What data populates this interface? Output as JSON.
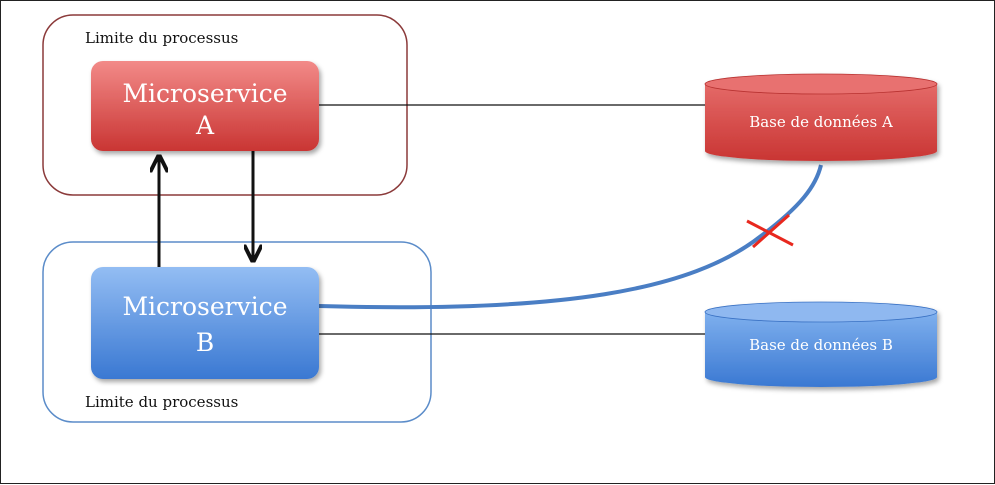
{
  "diagram": {
    "boundary_a_label": "Limite du processus",
    "boundary_b_label": "Limite du processus",
    "microservice_a": {
      "line1": "Microservice",
      "line2": "A"
    },
    "microservice_b": {
      "line1": "Microservice",
      "line2": "B"
    },
    "database_a_label": "Base de données A",
    "database_b_label": "Base de données B"
  },
  "colors": {
    "red_top": "#f08080",
    "red_bottom": "#cc3b3a",
    "blue_top": "#8fb8f0",
    "blue_bottom": "#3f7fd6",
    "boundary_a_stroke": "#8b3a3a",
    "boundary_b_stroke": "#5b8cc9",
    "connector": "#111111",
    "blue_link": "#4a7ec4",
    "cross": "#e8281e"
  }
}
